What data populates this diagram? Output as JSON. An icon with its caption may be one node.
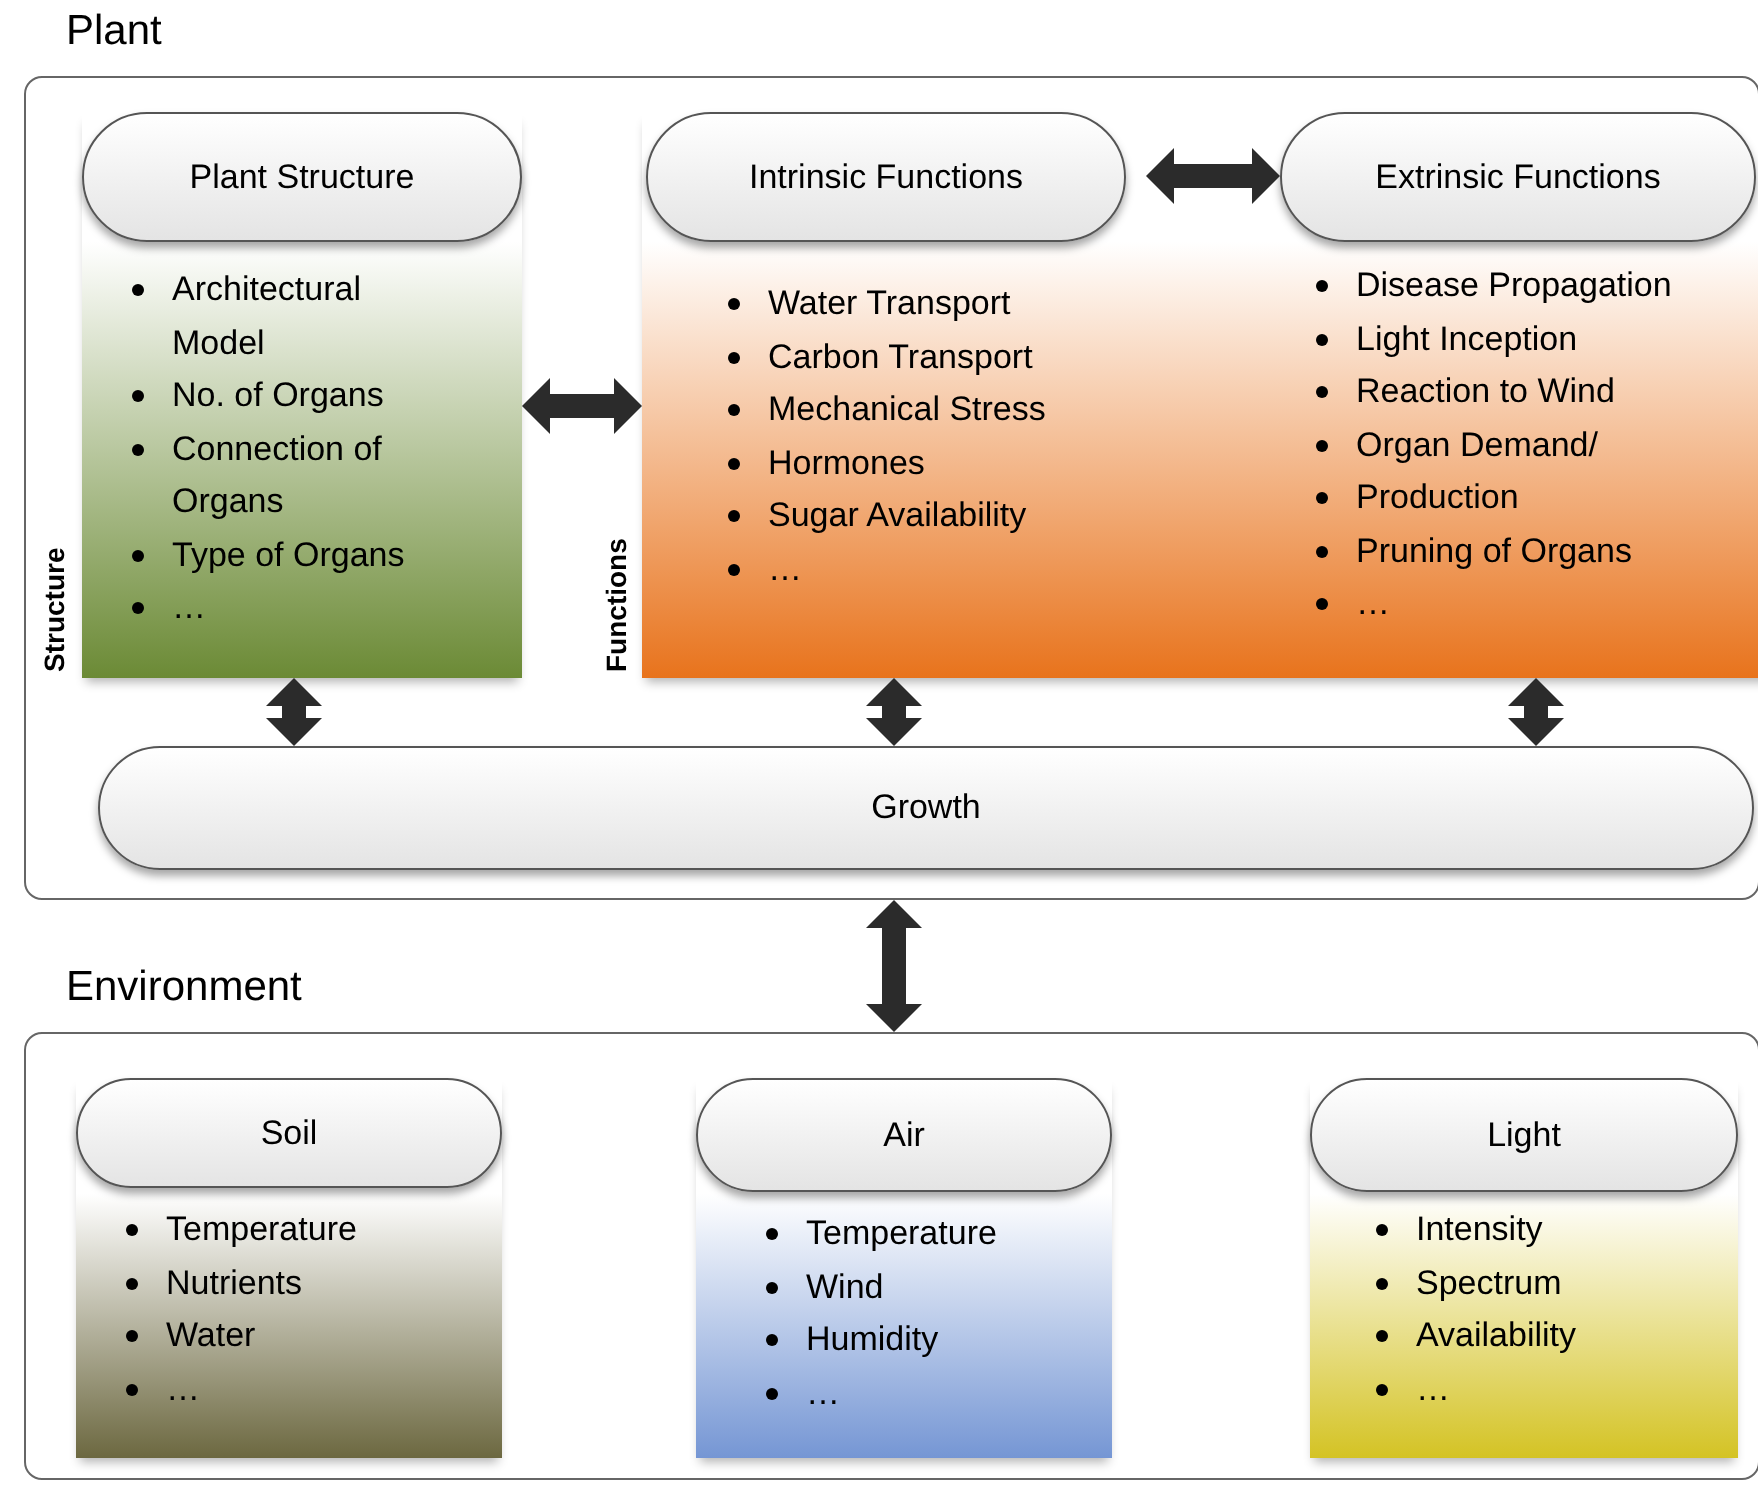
{
  "diagram": {
    "nodes": [
      {
        "text": [
          "Plant"
        ]
      },
      {
        "text": [
          "Plant Structure",
          "Architectural Model",
          "No. of Organs",
          "Connection of Organs",
          "Type of Organs",
          "…"
        ],
        "in": 0,
        "beside": [
          "Structure"
        ]
      },
      {
        "text": [],
        "shape": "box",
        "in": 0,
        "beside": [
          "Functions"
        ]
      },
      {
        "text": [
          "Intrinsic Functions",
          "Water Transport",
          "Carbon Transport",
          "Mechanical Stress",
          "Hormones",
          "Sugar Availability",
          "…"
        ],
        "in": 2
      },
      {
        "text": [
          "Extrinsic Functions",
          "Disease Propagation",
          "Light Inception",
          "Reaction to Wind",
          "Organ Demand/",
          "Production",
          "Pruning of Organs",
          "…"
        ],
        "in": 2
      },
      {
        "text": [
          "Growth"
        ],
        "in": 0
      },
      {
        "text": [
          "Environment"
        ]
      },
      {
        "text": [
          "Soil",
          "Temperature",
          "Nutrients",
          "Water",
          "…"
        ],
        "in": 6
      },
      {
        "text": [
          "Air",
          "Temperature",
          "Wind",
          "Humidity",
          "…"
        ],
        "in": 6
      },
      {
        "text": [
          "Light",
          "Intensity",
          "Spectrum",
          "Availability",
          "…"
        ],
        "in": 6
      }
    ],
    "edges": [
      {
        "from": 1,
        "to": 2,
        "arrow": "both"
      },
      {
        "from": 3,
        "to": 4,
        "arrow": "both"
      },
      {
        "from": 1,
        "to": 5,
        "arrow": "both"
      },
      {
        "from": 3,
        "to": 5,
        "arrow": "both"
      },
      {
        "from": 4,
        "to": 5,
        "arrow": "both"
      },
      {
        "from": 0,
        "to": 6,
        "arrow": "both"
      }
    ]
  }
}
